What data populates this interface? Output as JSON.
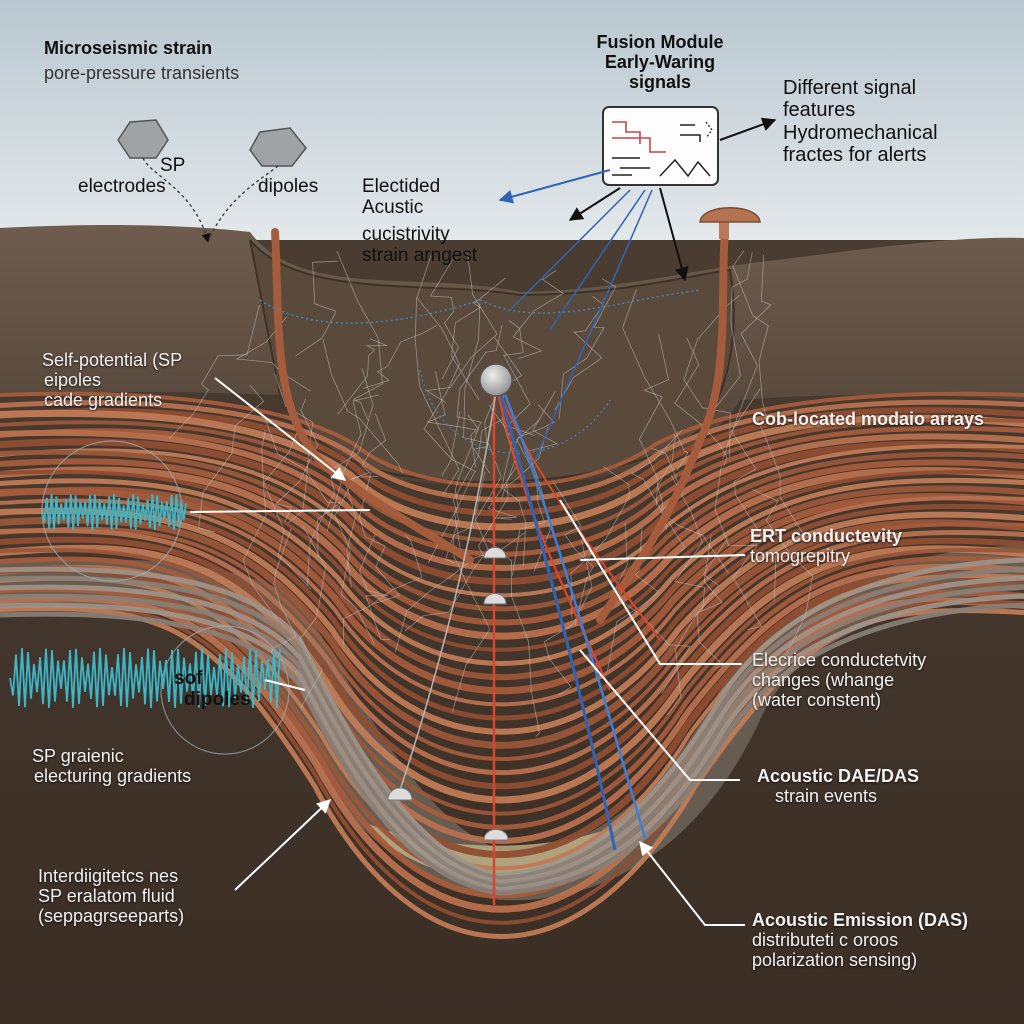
{
  "labels": {
    "top_left_title": "Microseismic strain",
    "top_left_sub": "pore-pressure transients",
    "sp": "SP",
    "electrodes": "electrodes",
    "dipoles_top": "dipoles",
    "mid_lines": [
      "Electided",
      "Acustic",
      "cucistrivity",
      "strain arngest"
    ],
    "fusion_lines": [
      "Fusion Module",
      "Early-Waring",
      "signals"
    ],
    "right_top_lines": [
      "Different signal",
      "features",
      "Hydromechanical",
      "fractes for alerts"
    ],
    "self_potential_lines": [
      "Self-potential (SP",
      "eipoles",
      "cade gradients"
    ],
    "colocated": "Cob-located modaio arrays",
    "ert_lines": [
      "ERT conductevity",
      "tomogrepitry"
    ],
    "electric_lines": [
      "Elecrice conductetvity",
      "changes (whange",
      "(water constent)"
    ],
    "sof_dipoles_lines": [
      "sof",
      "dipoles"
    ],
    "sp_gradient_lines": [
      "SP graienic",
      "electuring gradients"
    ],
    "acoustic_dae_lines": [
      "Acoustic DAE/DAS",
      "strain events"
    ],
    "interdig_lines": [
      "Interdiigitetcs nes",
      "SP eralatom fluid",
      "(seppagrseeparts)"
    ],
    "acoustic_emission_lines": [
      "Acoustic Emission (DAS)",
      "distributeti c oroos",
      "polarization sensing)"
    ]
  },
  "colors": {
    "sky_top": "#b9c7d0",
    "sky_bottom": "#e6eaec",
    "soil_top": "#6b5a4b",
    "soil_dark": "#3d3128",
    "root": "#a05a3a",
    "red_cable": "#d8462c",
    "blue_cable": "#2f64b5",
    "signal_cyan": "#3bb7c9"
  },
  "icons": [
    "sp-electrode-icon",
    "dipole-electrode-icon",
    "fusion-module-icon",
    "central-sensor-icon",
    "mushroom-probe-icon"
  ]
}
